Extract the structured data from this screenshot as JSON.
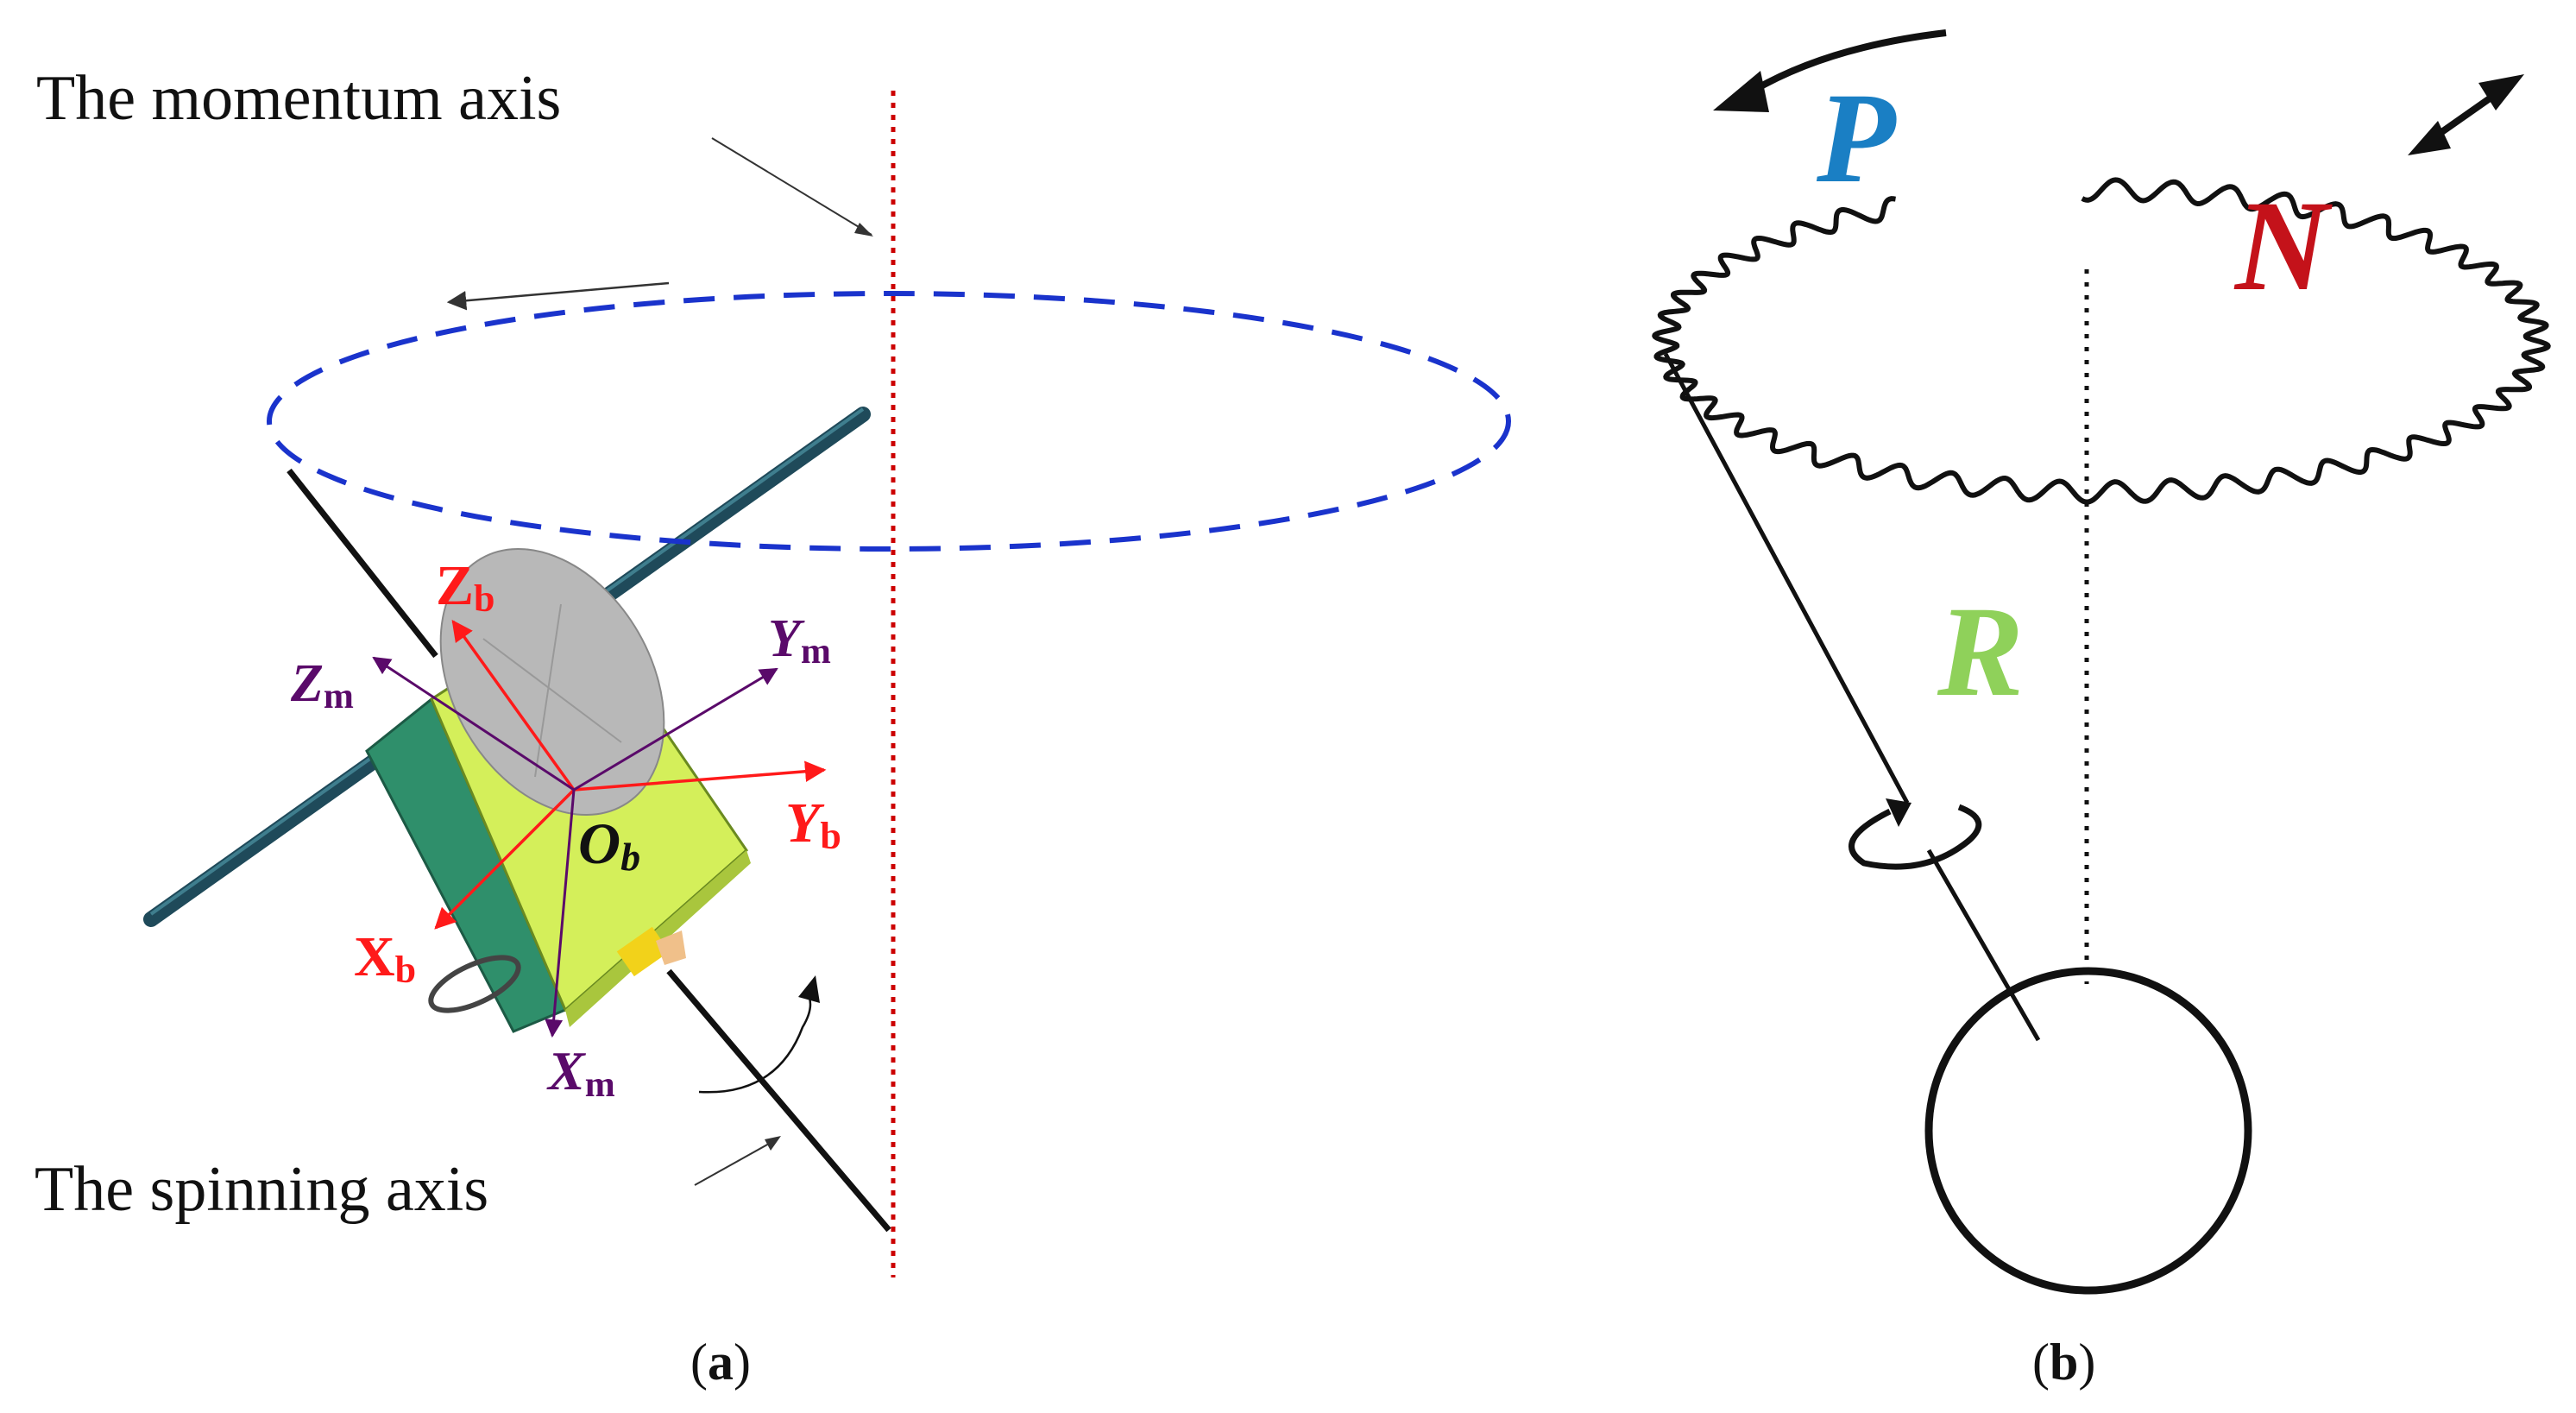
{
  "panel_a": {
    "momentum_axis_label": "The momentum axis",
    "spinning_axis_label": "The spinning axis",
    "caption_open": "(",
    "caption_letter": "a",
    "caption_close": ")",
    "labels": {
      "zb": "Z",
      "zb_sub": "b",
      "zm": "Z",
      "zm_sub": "m",
      "ym": "Y",
      "ym_sub": "m",
      "yb": "Y",
      "yb_sub": "b",
      "ob": "O",
      "ob_sub": "b",
      "xb": "X",
      "xb_sub": "b",
      "xm": "X",
      "xm_sub": "m"
    },
    "colors": {
      "body_axes": "#ff1a1a",
      "momentum_axes": "#5a0a6a",
      "momentum_axis_line": "#cc0000",
      "precession_ellipse": "#1a33cc",
      "satellite_body": "#d4ef5a",
      "satellite_side": "#2e8a6a",
      "solar_panel": "#1f4a5a",
      "dish": "#b8b8b8"
    }
  },
  "panel_b": {
    "p_label": "P",
    "n_label": "N",
    "r_label": "R",
    "caption_open": "(",
    "caption_letter": "b",
    "caption_close": ")",
    "colors": {
      "p": "#1a7fc4",
      "n": "#c4121a",
      "r": "#8fd15a",
      "lines": "#111111"
    }
  }
}
